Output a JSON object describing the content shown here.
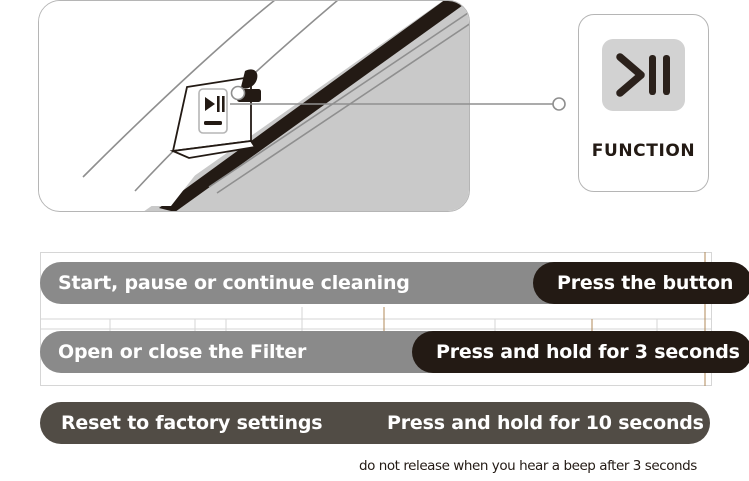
{
  "illustration": {
    "name": "robot-vacuum-side-panel-illustration",
    "device_button_icon": "play-pause-icon",
    "body_fill": "#c9c9c9",
    "outline": "#231a14"
  },
  "callout": {
    "name": "callout-connector-line",
    "line_color": "#8f8f8f",
    "endpoint_marker": "circle"
  },
  "function_card": {
    "icon": "play-pause-icon",
    "icon_tile_color": "#d2d2d2",
    "icon_color": "#2b211b",
    "label": "FUNCTION"
  },
  "colors": {
    "pill_gray": "#8a8a8a",
    "pill_dark": "#231a14",
    "pill_brown": "#514c45",
    "grid_line": "#d6d6d6",
    "grid_accent": "#b08a5a",
    "panel_border": "#b5b5b5",
    "text_light": "#ffffff",
    "text_dark": "#231a14"
  },
  "actions": [
    {
      "id": "start-pause-continue",
      "action": "Start, pause or continue cleaning",
      "instruction": "Press the button"
    },
    {
      "id": "open-close-filter",
      "action": "Open or close the Filter",
      "instruction": "Press and hold for 3 seconds"
    },
    {
      "id": "reset-factory-settings",
      "action": "Reset to factory settings",
      "instruction": "Press and hold for 10 seconds"
    }
  ],
  "footnote": "do not release when you hear a beep after 3 seconds"
}
